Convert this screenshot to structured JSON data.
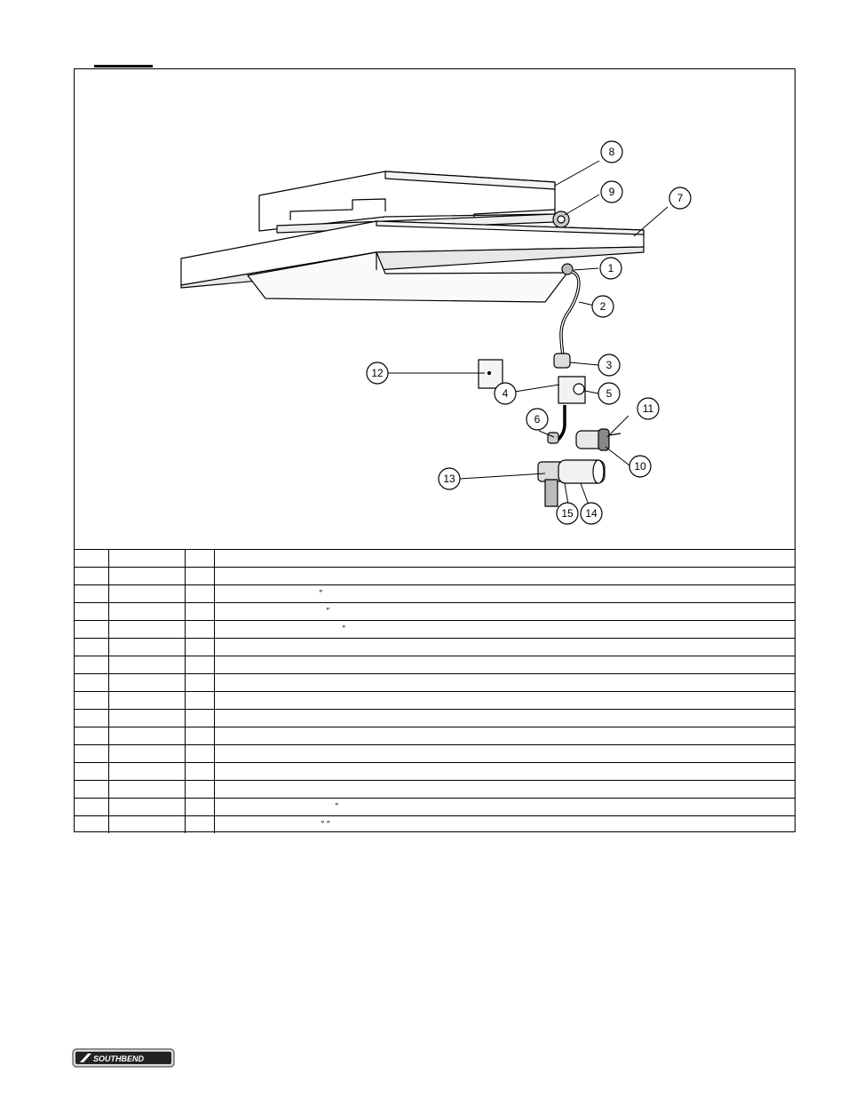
{
  "callouts": [
    "1",
    "2",
    "3",
    "4",
    "5",
    "6",
    "7",
    "8",
    "9",
    "10",
    "11",
    "12",
    "13",
    "14",
    "15"
  ],
  "table": {
    "rows": [
      [
        "",
        "",
        "",
        ""
      ],
      [
        "",
        "",
        "",
        ""
      ],
      [
        "",
        "",
        "",
        "″"
      ],
      [
        "",
        "",
        "",
        "″"
      ],
      [
        "",
        "",
        "",
        "″"
      ],
      [
        "",
        "",
        "",
        ""
      ],
      [
        "",
        "",
        "",
        ""
      ],
      [
        "",
        "",
        "",
        ""
      ],
      [
        "",
        "",
        "",
        ""
      ],
      [
        "",
        "",
        "",
        ""
      ],
      [
        "",
        "",
        "",
        ""
      ],
      [
        "",
        "",
        "",
        ""
      ],
      [
        "",
        "",
        "",
        ""
      ],
      [
        "",
        "",
        "",
        ""
      ],
      [
        "",
        "",
        "",
        "″"
      ],
      [
        "",
        "",
        "",
        "″    ″"
      ]
    ]
  },
  "footer": {
    "brand": "SOUTHBEND"
  }
}
